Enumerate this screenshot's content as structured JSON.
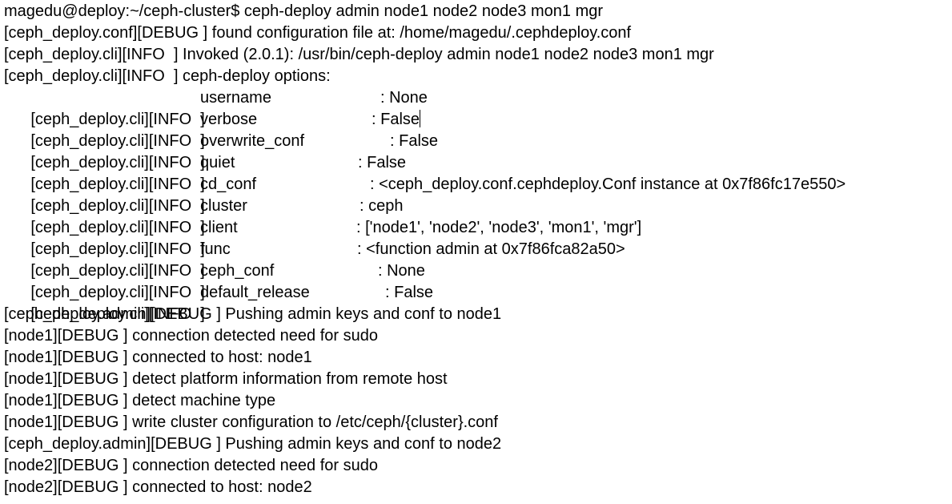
{
  "prompt": "magedu@deploy:~/ceph-cluster$ ceph-deploy admin node1 node2 node3 mon1 mgr",
  "lines_top": [
    "[ceph_deploy.conf][DEBUG ] found configuration file at: /home/magedu/.cephdeploy.conf",
    "[ceph_deploy.cli][INFO  ] Invoked (2.0.1): /usr/bin/ceph-deploy admin node1 node2 node3 mon1 mgr",
    "[ceph_deploy.cli][INFO  ] ceph-deploy options:"
  ],
  "option_prefix": "[ceph_deploy.cli][INFO  ]",
  "options": [
    {
      "key": "username",
      "value": ": None"
    },
    {
      "key": "verbose",
      "value": ": False"
    },
    {
      "key": "overwrite_conf",
      "value": ": False"
    },
    {
      "key": "quiet",
      "value": ": False"
    },
    {
      "key": "cd_conf",
      "value": ": <ceph_deploy.conf.cephdeploy.Conf instance at 0x7f86fc17e550>"
    },
    {
      "key": "cluster",
      "value": ": ceph"
    },
    {
      "key": "client",
      "value": ": ['node1', 'node2', 'node3', 'mon1', 'mgr']"
    },
    {
      "key": "func",
      "value": ": <function admin at 0x7f86fca82a50>"
    },
    {
      "key": "ceph_conf",
      "value": ": None"
    },
    {
      "key": "default_release",
      "value": ": False"
    }
  ],
  "lines_bottom": [
    "[ceph_deploy.admin][DEBUG ] Pushing admin keys and conf to node1",
    "[node1][DEBUG ] connection detected need for sudo",
    "[node1][DEBUG ] connected to host: node1",
    "[node1][DEBUG ] detect platform information from remote host",
    "[node1][DEBUG ] detect machine type",
    "[node1][DEBUG ] write cluster configuration to /etc/ceph/{cluster}.conf",
    "[ceph_deploy.admin][DEBUG ] Pushing admin keys and conf to node2",
    "[node2][DEBUG ] connection detected need for sudo",
    "[node2][DEBUG ] connected to host: node2"
  ]
}
